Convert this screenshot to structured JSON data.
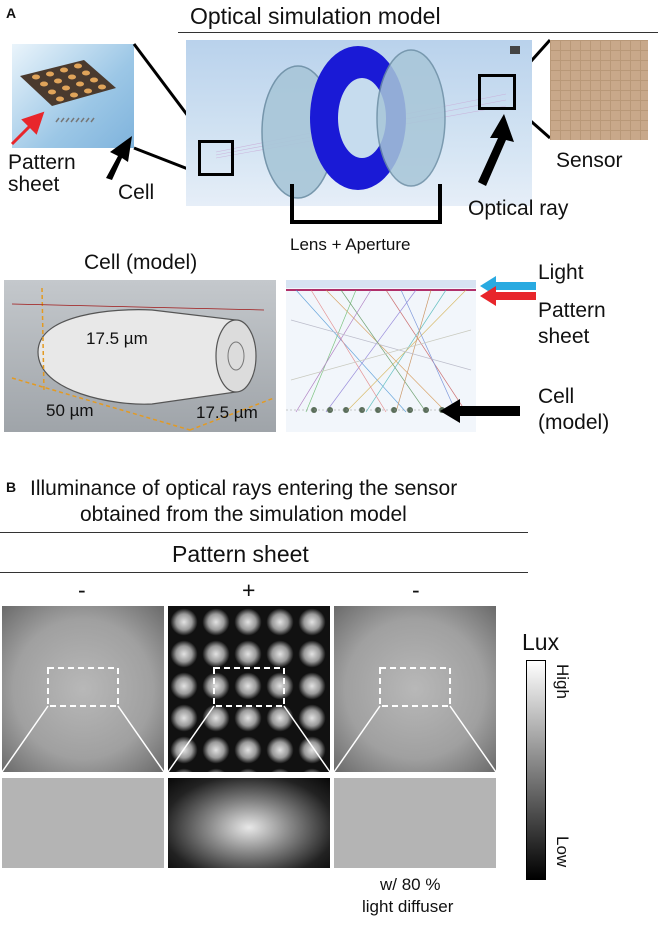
{
  "panel_a": {
    "label": "A",
    "title": "Optical simulation model",
    "callouts": {
      "pattern_sheet": "Pattern\nsheet",
      "cell": "Cell",
      "sensor": "Sensor",
      "optical_ray": "Optical ray",
      "lens_aperture": "Lens + Aperture"
    },
    "cell_model": {
      "title": "Cell (model)",
      "dim_height": "17.5 µm",
      "dim_length": "50 µm",
      "dim_width": "17.5 µm"
    },
    "ray_legend": {
      "light": "Light",
      "pattern_sheet": "Pattern\nsheet",
      "cell_model": "Cell\n(model)"
    }
  },
  "panel_b": {
    "label": "B",
    "title_line1": "Illuminance of optical rays entering the sensor",
    "title_line2": "obtained from the simulation model",
    "group_header": "Pattern sheet",
    "conditions": [
      "-",
      "+",
      "-"
    ],
    "footnote_line1": "w/ 80 %",
    "footnote_line2": "light diffuser",
    "colorbar": {
      "title": "Lux",
      "high": "High",
      "low": "Low"
    }
  },
  "colors": {
    "light_arrow": "#29aae1",
    "pattern_arrow": "#e8262b",
    "aperture": "#1a1ad6",
    "cell_arrow_red": "#e8262b"
  }
}
